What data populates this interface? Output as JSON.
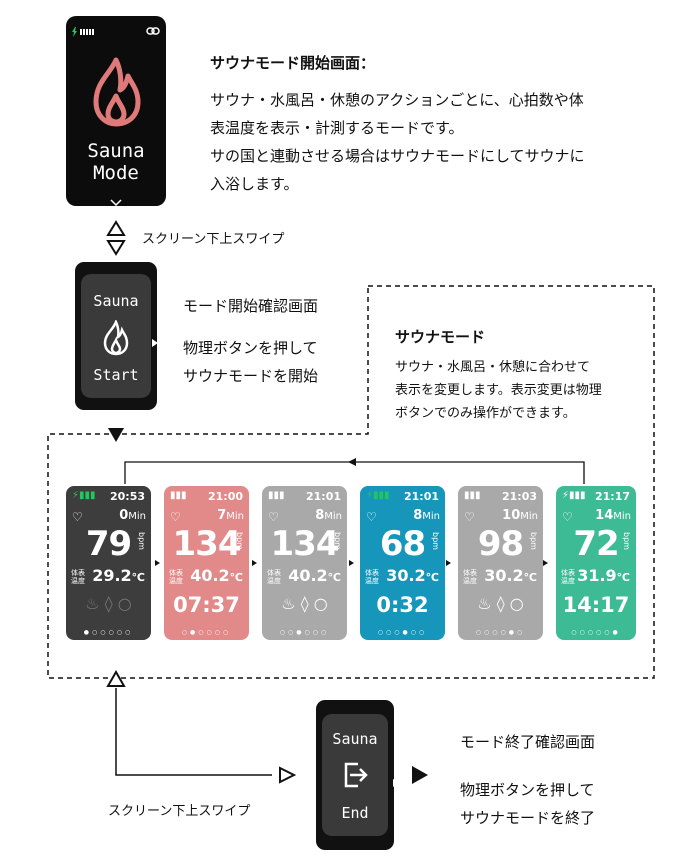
{
  "intro": {
    "title": "サウナモード開始画面：",
    "lines": [
      "サウナ・水風呂・休憩のアクションごとに、心拍数や体",
      "表温度を表示・計測するモードです。",
      "サの国と連動させる場合はサウナモードにしてサウナに",
      "入浴します。"
    ]
  },
  "device_top": {
    "label_line1": "Sauna",
    "label_line2": "Mode"
  },
  "swipe_top": "スクリーン下上スワイプ",
  "confirm_start": {
    "device_line1": "Sauna",
    "device_line2": "Start",
    "title": "モード開始確認画面",
    "line1": "物理ボタンを押して",
    "line2": "サウナモードを開始"
  },
  "mode_box": {
    "title": "サウナモード",
    "lines": [
      "サウナ・水風呂・休憩に合わせて",
      "表示を変更します。表示変更は物理",
      "ボタンでのみ操作ができます。"
    ]
  },
  "screens": [
    {
      "color": "#3d3d3d",
      "time": "20:53",
      "min": "0",
      "bpm": "79",
      "temp": "29.2",
      "big_time": ""
    },
    {
      "color": "#e28a8a",
      "time": "21:00",
      "min": "7",
      "bpm": "134",
      "temp": "40.2",
      "big_time": "07:37"
    },
    {
      "color": "#a9a9a9",
      "time": "21:01",
      "min": "8",
      "bpm": "134",
      "temp": "40.2",
      "big_time": ""
    },
    {
      "color": "#1596ba",
      "time": "21:01",
      "min": "8",
      "bpm": "68",
      "temp": "30.2",
      "big_time": "0:32"
    },
    {
      "color": "#a9a9a9",
      "time": "21:03",
      "min": "10",
      "bpm": "98",
      "temp": "30.2",
      "big_time": ""
    },
    {
      "color": "#3dbb94",
      "time": "21:17",
      "min": "14",
      "bpm": "72",
      "temp": "31.9",
      "big_time": "14:17"
    }
  ],
  "screen_labels": {
    "min": "Min",
    "bpm": "bpm",
    "temp_label_1": "体表",
    "temp_label_2": "温度",
    "temp_unit": "℃"
  },
  "confirm_end": {
    "device_line1": "Sauna",
    "device_line2": "End",
    "title": "モード終了確認画面",
    "line1": "物理ボタンを押して",
    "line2": "サウナモードを終了"
  },
  "swipe_bottom": "スクリーン下上スワイプ",
  "colors": {
    "flame": "#e07a7a",
    "battery": "#22c55e"
  }
}
